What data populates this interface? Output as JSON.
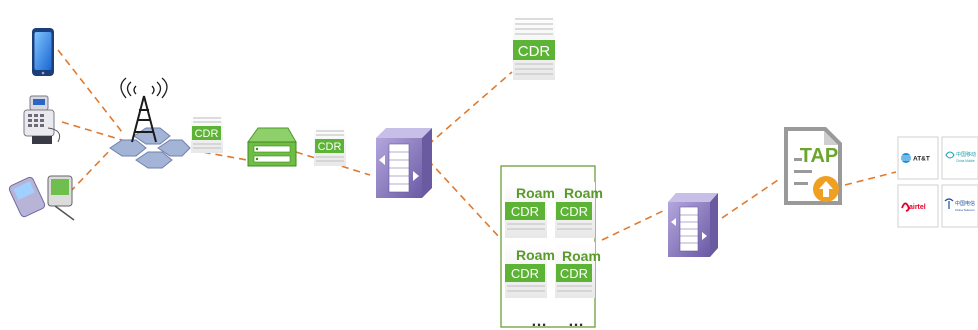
{
  "labels": {
    "cdr": "CDR",
    "roam": "Roam",
    "tap": "TAP",
    "more": "…"
  },
  "operators": {
    "att": "AT&T",
    "china_mobile": "中国移动",
    "china_mobile_sub": "China Mobile",
    "airtel": "airtel",
    "china_telecom": "中国电信",
    "china_telecom_sub": "China Telecom"
  },
  "colors": {
    "connector": "#e07a2e",
    "cdr_green": "#5cb335",
    "router_purple": "#8a78b8",
    "tap_orange": "#f0a020",
    "container_border": "#6b9e3a"
  },
  "icons": [
    "smartphone-icon",
    "pos-terminal-icon",
    "pda-icon",
    "cell-tower-icon",
    "billing-gateway-icon",
    "router-icon",
    "tap-file-icon",
    "upload-icon"
  ]
}
